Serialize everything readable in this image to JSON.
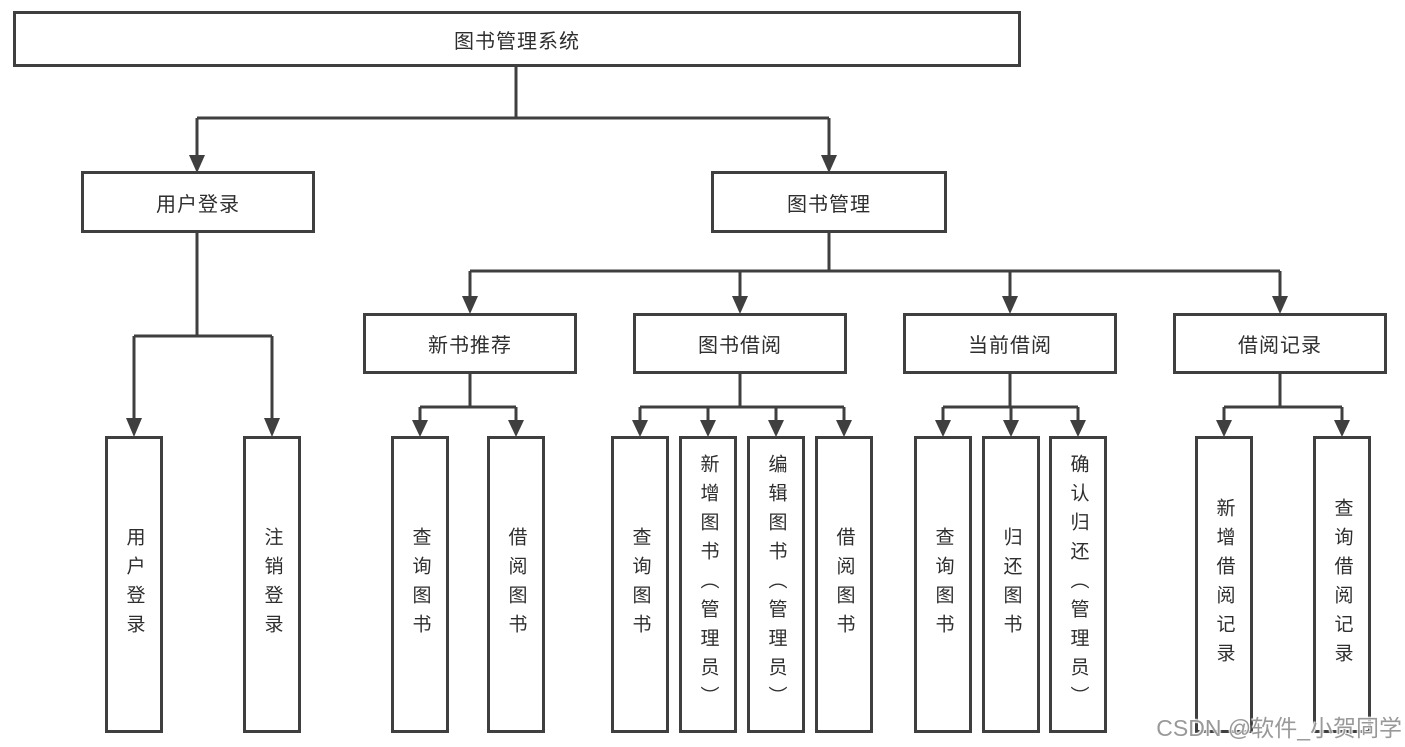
{
  "diagram": {
    "root": {
      "label": "图书管理系统"
    },
    "branches": [
      {
        "label": "用户登录",
        "children": [
          {
            "label": "用户登录"
          },
          {
            "label": "注销登录"
          }
        ]
      },
      {
        "label": "图书管理",
        "children": [
          {
            "label": "新书推荐",
            "children": [
              {
                "label": "查询图书"
              },
              {
                "label": "借阅图书"
              }
            ]
          },
          {
            "label": "图书借阅",
            "children": [
              {
                "label": "查询图书"
              },
              {
                "label": "新增图书（管理员）"
              },
              {
                "label": "编辑图书（管理员）"
              },
              {
                "label": "借阅图书"
              }
            ]
          },
          {
            "label": "当前借阅",
            "children": [
              {
                "label": "查询图书"
              },
              {
                "label": "归还图书"
              },
              {
                "label": "确认归还（管理员）"
              }
            ]
          },
          {
            "label": "借阅记录",
            "children": [
              {
                "label": "新增借阅记录"
              },
              {
                "label": "查询借阅记录"
              }
            ]
          }
        ]
      }
    ]
  },
  "watermark": {
    "text": "CSDN @软件_小贺同学"
  },
  "colors": {
    "line": "#3f3f3f",
    "box_border": "#3f3f3f",
    "box_fill": "#ffffff",
    "text": "#2e2e2e",
    "watermark": "#999999"
  }
}
